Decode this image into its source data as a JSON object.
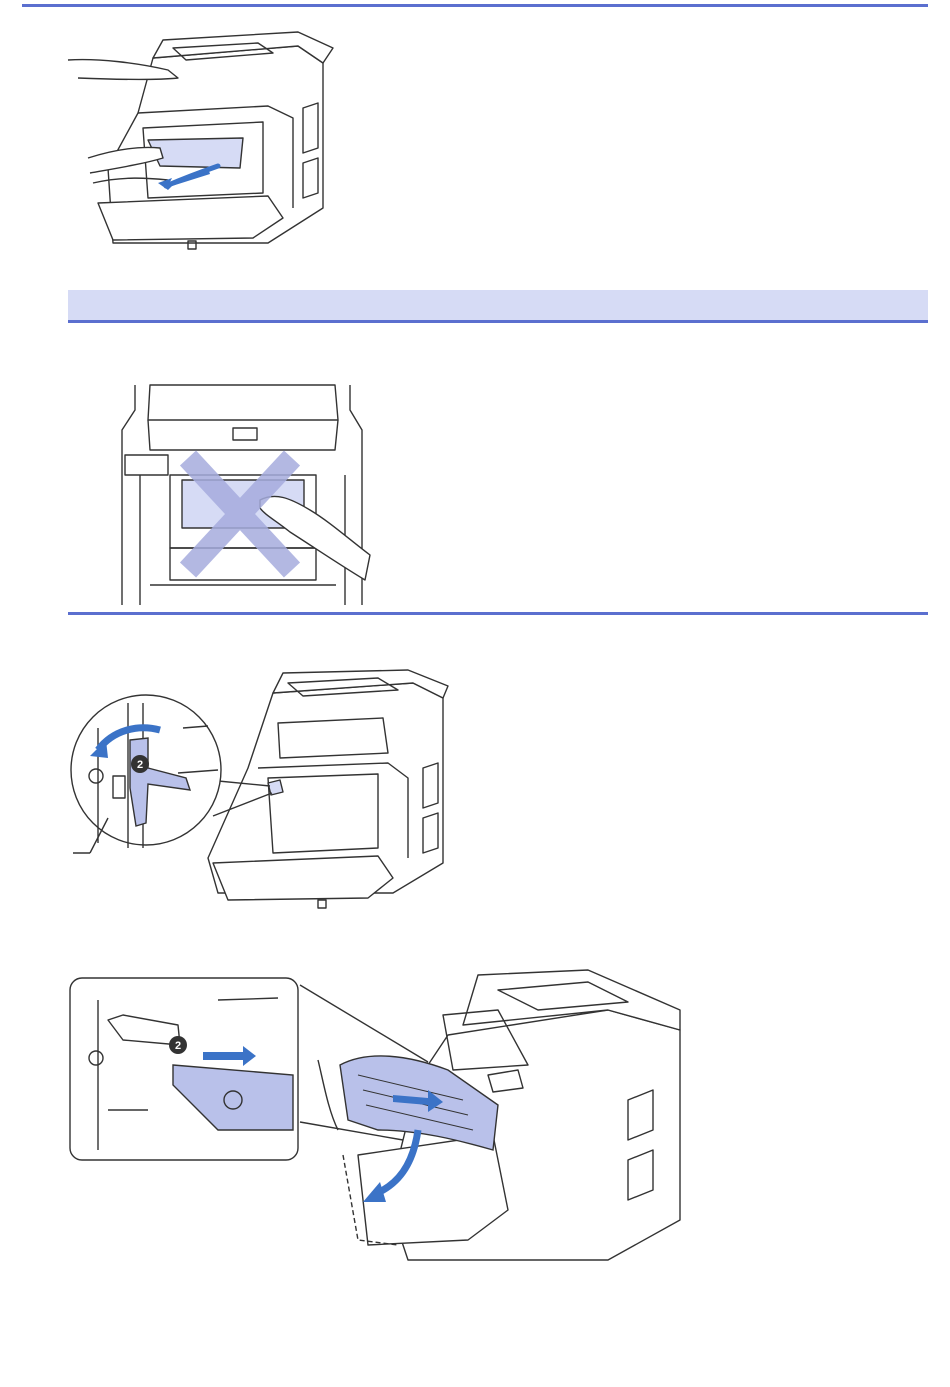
{
  "colors": {
    "accent": "#5b6fcf",
    "band": "#d6dbf5",
    "highlight": "#b9c1ea",
    "arrow": "#3b73c7",
    "cross": "#a6acde",
    "line": "#333333"
  },
  "figures": [
    {
      "id": "remove-paper",
      "kind": "illustration"
    },
    {
      "id": "do-not-touch-belt",
      "kind": "illustration"
    },
    {
      "id": "turn-lock-lever",
      "kind": "illustration"
    },
    {
      "id": "remove-drum",
      "kind": "illustration"
    }
  ],
  "callout": {
    "badge": "2"
  }
}
